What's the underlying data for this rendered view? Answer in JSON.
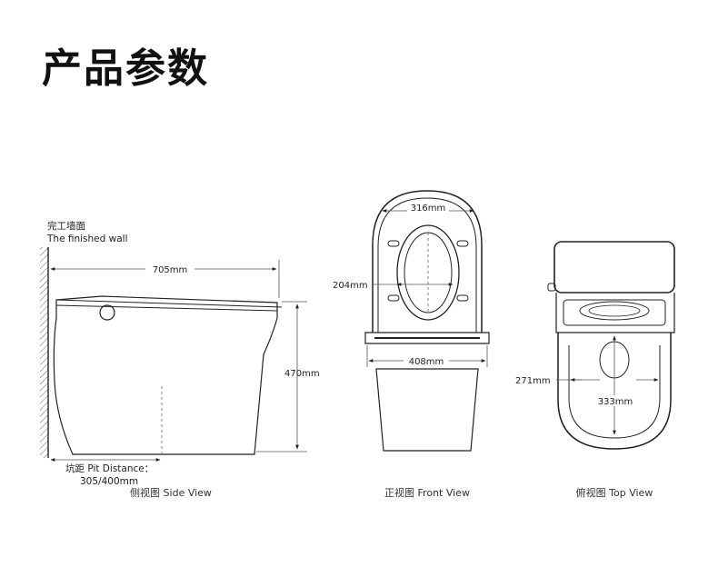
{
  "title": "产品参数",
  "side": {
    "wall_label_cn": "完工墙面",
    "wall_label_en": "The finished wall",
    "length": "705mm",
    "height": "470mm",
    "pit_label": "坑距 Pit Distance：",
    "pit_value": "305/400mm",
    "caption": "侧视图 Side View"
  },
  "front": {
    "seat_width": "316mm",
    "seat_depth": "204mm",
    "base_width": "408mm",
    "caption": "正视图 Front View"
  },
  "top": {
    "opening_length": "271mm",
    "opening_width": "333mm",
    "caption": "俯视图 Top View"
  }
}
